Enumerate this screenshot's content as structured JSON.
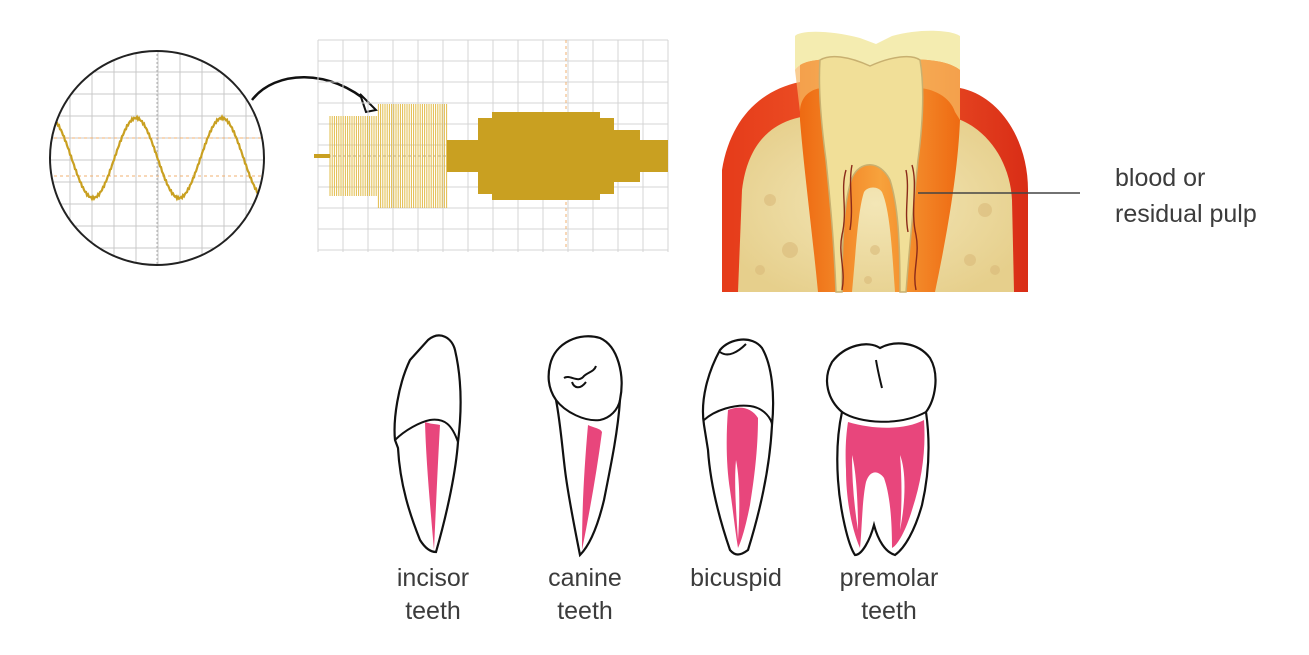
{
  "callout": {
    "line1": "blood or",
    "line2": "residual pulp"
  },
  "teeth": [
    {
      "line1": "incisor",
      "line2": "teeth"
    },
    {
      "line1": "canine",
      "line2": "teeth"
    },
    {
      "line1": "bicuspid",
      "line2": ""
    },
    {
      "line1": "premolar",
      "line2": "teeth"
    }
  ],
  "colors": {
    "signal": "#c9a021",
    "signal_light": "#e8c45a",
    "pulp_pink": "#e8467c",
    "gum_red": "#d93418",
    "dentin_orange": "#f0801e",
    "enamel": "#f4ecb0",
    "bone": "#eedca4",
    "grid": "#c8c8c8",
    "label": "#3c3c3c"
  },
  "icons": [
    "oscilloscope-zoom-icon",
    "arrow-icon",
    "tooth-cross-section-icon",
    "tooth-outline-icon"
  ]
}
